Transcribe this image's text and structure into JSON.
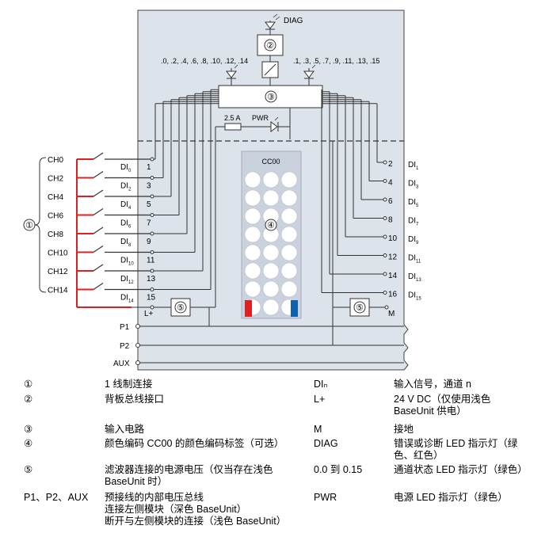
{
  "diagram": {
    "diag_label": "DIAG",
    "left_led_channels": ".0, .2, .4, .6, .8, .10, .12, .14",
    "right_led_channels": ".1, .3, .5, .7, .9, .11, .13, .15",
    "fuse_label": "2.5 A",
    "pwr_label": "PWR",
    "color_code_label": "CC00",
    "callouts": [
      "①",
      "②",
      "③",
      "④",
      "⑤"
    ],
    "channels": [
      "CH0",
      "CH2",
      "CH4",
      "CH6",
      "CH8",
      "CH10",
      "CH12",
      "CH14"
    ],
    "left_di_base": [
      "DI",
      "DI",
      "DI",
      "DI",
      "DI",
      "DI",
      "DI",
      "DI"
    ],
    "left_di_sub": [
      "0",
      "2",
      "4",
      "6",
      "8",
      "10",
      "12",
      "14"
    ],
    "left_terminals": [
      "1",
      "3",
      "5",
      "7",
      "9",
      "11",
      "13",
      "15"
    ],
    "right_terminals": [
      "2",
      "4",
      "6",
      "8",
      "10",
      "12",
      "14",
      "16"
    ],
    "right_di_base": [
      "DI",
      "DI",
      "DI",
      "DI",
      "DI",
      "DI",
      "DI",
      "DI"
    ],
    "right_di_sub": [
      "1",
      "3",
      "5",
      "7",
      "9",
      "11",
      "13",
      "15"
    ],
    "lplus_label": "L+",
    "m_label": "M",
    "bus_labels": [
      "P1",
      "P2",
      "AUX"
    ],
    "colors": {
      "red": "#e02020",
      "blue": "#1060b0",
      "module_bg": "#dde3ea",
      "slot_fill": "#ffffff"
    }
  },
  "legend": {
    "rows": [
      {
        "k1": "①",
        "v1": [
          "1 线制连接"
        ],
        "k2": "DIₙ",
        "v2": [
          "输入信号，通道 n"
        ]
      },
      {
        "k1": "②",
        "v1": [
          "背板总线接口"
        ],
        "k2": "L+",
        "v2": [
          "24 V DC（仅使用浅色",
          "BaseUnit 供电）"
        ]
      },
      {
        "k1": "③",
        "v1": [
          "输入电路"
        ],
        "k2": "M",
        "v2": [
          "接地"
        ]
      },
      {
        "k1": "④",
        "v1": [
          "颜色编码 CC00 的颜色编码标签（可选）"
        ],
        "k2": "DIAG",
        "v2": [
          "错误或诊断 LED 指示灯（绿",
          "色、红色）"
        ]
      },
      {
        "k1": "⑤",
        "v1": [
          "滤波器连接的电源电压（仅当存在浅色",
          "BaseUnit 时）"
        ],
        "k2": "0.0 到 0.15",
        "v2": [
          "通道状态 LED 指示灯（绿色）"
        ]
      },
      {
        "k1": "P1、P2、AUX",
        "v1": [
          "预接线的内部电压总线",
          "连接左侧模块（深色 BaseUnit）",
          "断开与左侧模块的连接（浅色 BaseUnit）"
        ],
        "k2": "PWR",
        "v2": [
          "电源 LED 指示灯（绿色）"
        ]
      }
    ]
  }
}
